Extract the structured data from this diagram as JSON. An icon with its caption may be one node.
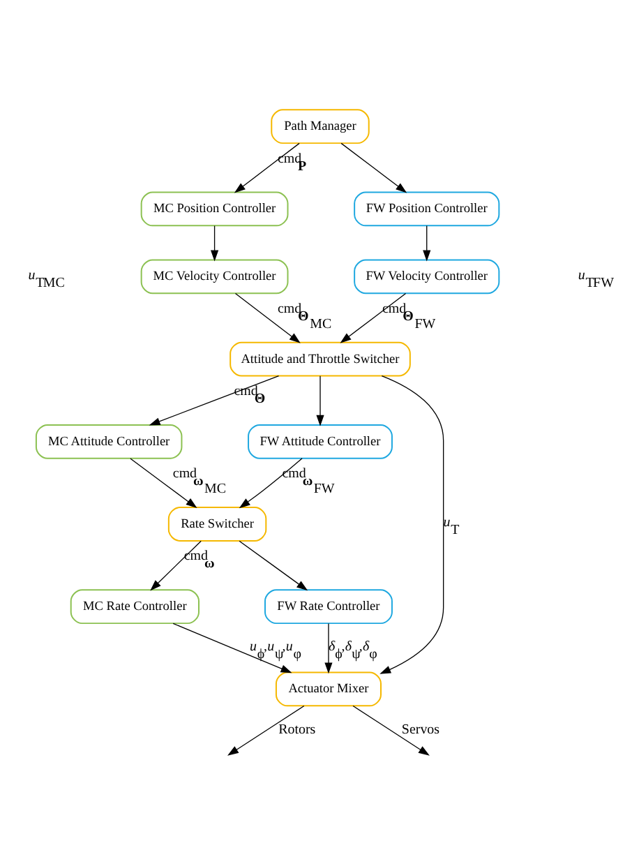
{
  "diagram": {
    "nodes": [
      {
        "text": [
          "Path Manager"
        ]
      },
      {
        "text": [
          "MC Position Controller"
        ]
      },
      {
        "text": [
          "FW Position Controller"
        ]
      },
      {
        "text": [
          "MC Velocity Controller"
        ]
      },
      {
        "text": [
          "FW Velocity Controller"
        ]
      },
      {
        "text": [
          "Attitude and Throttle Switcher"
        ]
      },
      {
        "text": [
          "MC Attitude Controller"
        ]
      },
      {
        "text": [
          "FW Attitude Controller"
        ]
      },
      {
        "text": [
          "Rate Switcher"
        ]
      },
      {
        "text": [
          "MC Rate Controller"
        ]
      },
      {
        "text": [
          "FW Rate Controller"
        ]
      },
      {
        "text": [
          "Actuator Mixer"
        ]
      }
    ],
    "edges": [
      {
        "from": 0,
        "to": 1,
        "arrow": "to",
        "label": "$^{cmd}$**P**"
      },
      {
        "from": 0,
        "to": 2,
        "arrow": "to"
      },
      {
        "from": 1,
        "to": 3,
        "arrow": "to"
      },
      {
        "from": 2,
        "to": 4,
        "arrow": "to"
      },
      {
        "from": 3,
        "to": 5,
        "arrow": "to",
        "label": "$^{cmd}$**Θ**$_{MC}$"
      },
      {
        "from": 4,
        "to": 5,
        "arrow": "to",
        "label": "$^{cmd}$**Θ**$_{FW}$"
      },
      {
        "from": 5,
        "to": 6,
        "arrow": "to",
        "label": "$^{cmd}$**Θ**"
      },
      {
        "from": 5,
        "to": 7,
        "arrow": "to"
      },
      {
        "from": 5,
        "to": 11,
        "arrow": "to",
        "label": "*u*$_{T}$"
      },
      {
        "from": 6,
        "to": 8,
        "arrow": "to",
        "label": "$^{cmd}$**ω**$_{MC}$"
      },
      {
        "from": 7,
        "to": 8,
        "arrow": "to",
        "label": "$^{cmd}$**ω**$_{FW}$"
      },
      {
        "from": 8,
        "to": 9,
        "arrow": "to",
        "label": "$^{cmd}$**ω**"
      },
      {
        "from": 8,
        "to": 10,
        "arrow": "to"
      },
      {
        "from": 9,
        "to": 11,
        "arrow": "to",
        "label": "*u*$_{ϕ}$,*u*$_{ψ}$,*u*$_{φ}$"
      },
      {
        "from": 10,
        "to": 11,
        "arrow": "to",
        "label": "*δ*$_{ϕ}$,*δ*$_{ψ}$,*δ*$_{φ}$"
      },
      {
        "from": 11,
        "to": null,
        "arrow": "to",
        "label": "Rotors"
      },
      {
        "from": 11,
        "to": null,
        "arrow": "to",
        "label": "Servos"
      }
    ],
    "labels": [
      "*u*$_{T}$$_{MC}$",
      "*u*$_{T}$$_{FW}$"
    ]
  }
}
